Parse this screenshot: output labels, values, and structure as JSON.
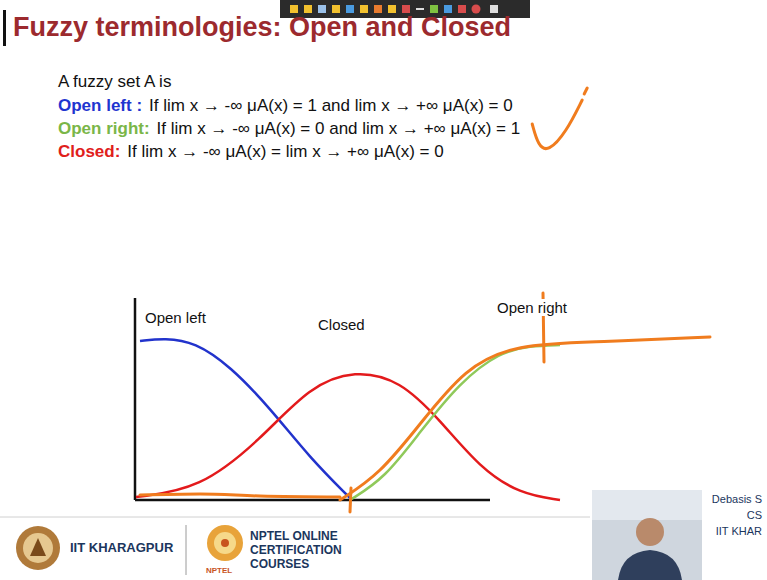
{
  "diagram": {
    "title": "Fuzzy terminologies: Open and Closed",
    "labels": [
      "A fuzzy set A is",
      "Open left :",
      "If lim x → -∞ μA(x) = 1 and lim x → +∞ μA(x) = 0",
      "Open right:",
      "If lim x → -∞ μA(x) = 0 and lim x → +∞ μA(x) = 1",
      "Closed:",
      "If lim x → -∞ μA(x) = lim x → +∞ μA(x) = 0",
      "Open left",
      "Closed",
      "Open right",
      "IIT KHARAGPUR",
      "NPTEL ONLINE CERTIFICATION COURSES",
      "NPTEL",
      "Debasis S",
      "CS",
      "IIT KHAR"
    ]
  }
}
